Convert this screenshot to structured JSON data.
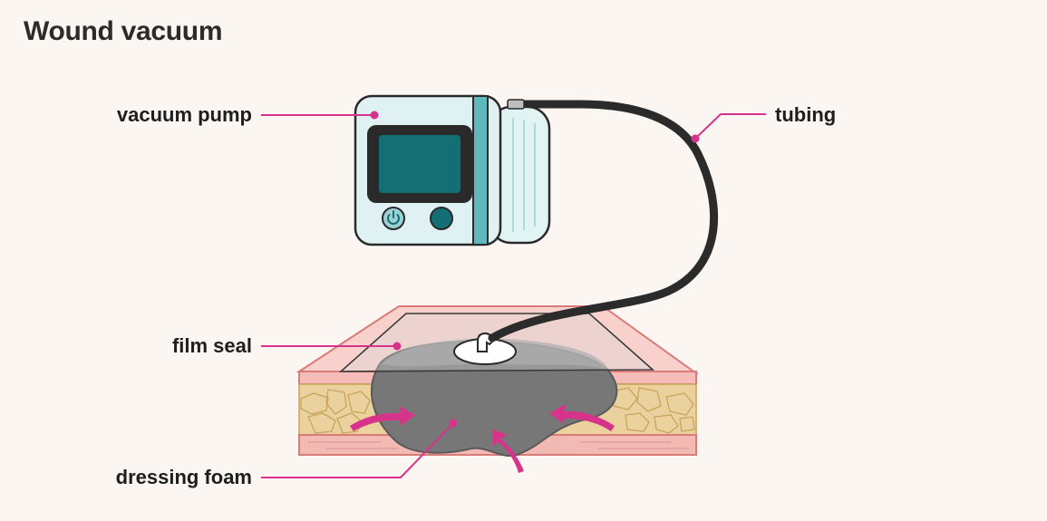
{
  "title": "Wound vacuum",
  "labels": {
    "vacuum_pump": "vacuum pump",
    "tubing": "tubing",
    "film_seal": "film seal",
    "dressing_foam": "dressing foam"
  },
  "colors": {
    "background": "#fcf6f2",
    "accent": "#d8338b",
    "pump_body": "#dff1f3",
    "pump_outline": "#2a2a2a",
    "screen": "#136f73",
    "tube": "#2a2a2a",
    "skin": "#f6c1bd",
    "fat": "#e9cf9b",
    "foam": "#7b7b7b",
    "film": "#c9c9c9"
  },
  "icons": {
    "power_button": "power-icon"
  }
}
